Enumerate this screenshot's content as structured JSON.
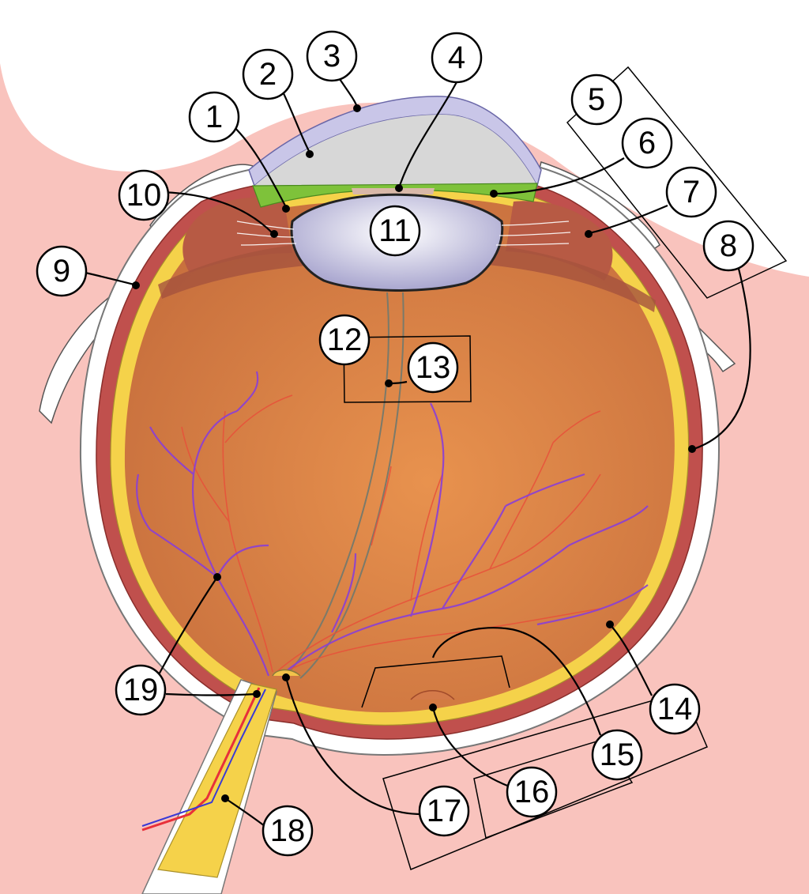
{
  "labels": [
    "1",
    "2",
    "3",
    "4",
    "5",
    "6",
    "7",
    "8",
    "9",
    "10",
    "11",
    "12",
    "13",
    "14",
    "15",
    "16",
    "17",
    "18",
    "19"
  ],
  "colors": {
    "background": "#f9c3bd",
    "sclera": "#ffffff",
    "choroid": "#c0504d",
    "retina": "#f5d24a",
    "vitreous": "#d9834a",
    "cornea": "#c9c6e8",
    "iris": "#7ec23a",
    "lens": "#dcdcf0",
    "ciliary_body": "#c76a4a",
    "artery": "#e8503a",
    "vein": "#8a3fd6",
    "optic_nerve": "#f5d24a"
  }
}
